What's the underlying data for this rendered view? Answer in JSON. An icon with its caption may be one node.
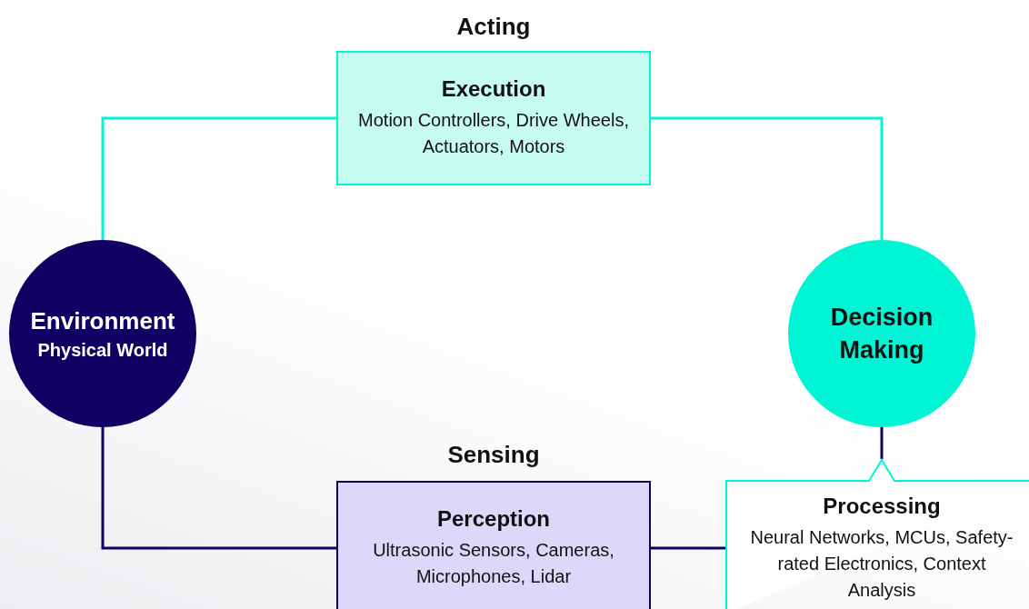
{
  "diagram": {
    "nodes": [
      {
        "text": [
          "Environment",
          "Physical World"
        ]
      },
      {
        "text": [
          "Acting",
          "Execution",
          "Motion Controllers, Drive Wheels, Actuators, Motors"
        ]
      },
      {
        "text": [
          "Decision Making"
        ]
      },
      {
        "text": [
          "Sensing",
          "Perception",
          "Ultrasonic Sensors, Cameras, Microphones, Lidar"
        ]
      },
      {
        "text": [
          "Processing",
          "Neural Networks, MCUs, Safety-rated Electronics, Context Analysis"
        ]
      }
    ],
    "edges": [
      {
        "from": 0,
        "to": 1,
        "arrow": "none",
        "color": "#00f5d4"
      },
      {
        "from": 1,
        "to": 2,
        "arrow": "none",
        "color": "#00f5d4"
      },
      {
        "from": 0,
        "to": 3,
        "arrow": "none"
      },
      {
        "from": 3,
        "to": 4,
        "arrow": "none"
      },
      {
        "from": 2,
        "to": 4,
        "arrow": "none"
      }
    ]
  }
}
